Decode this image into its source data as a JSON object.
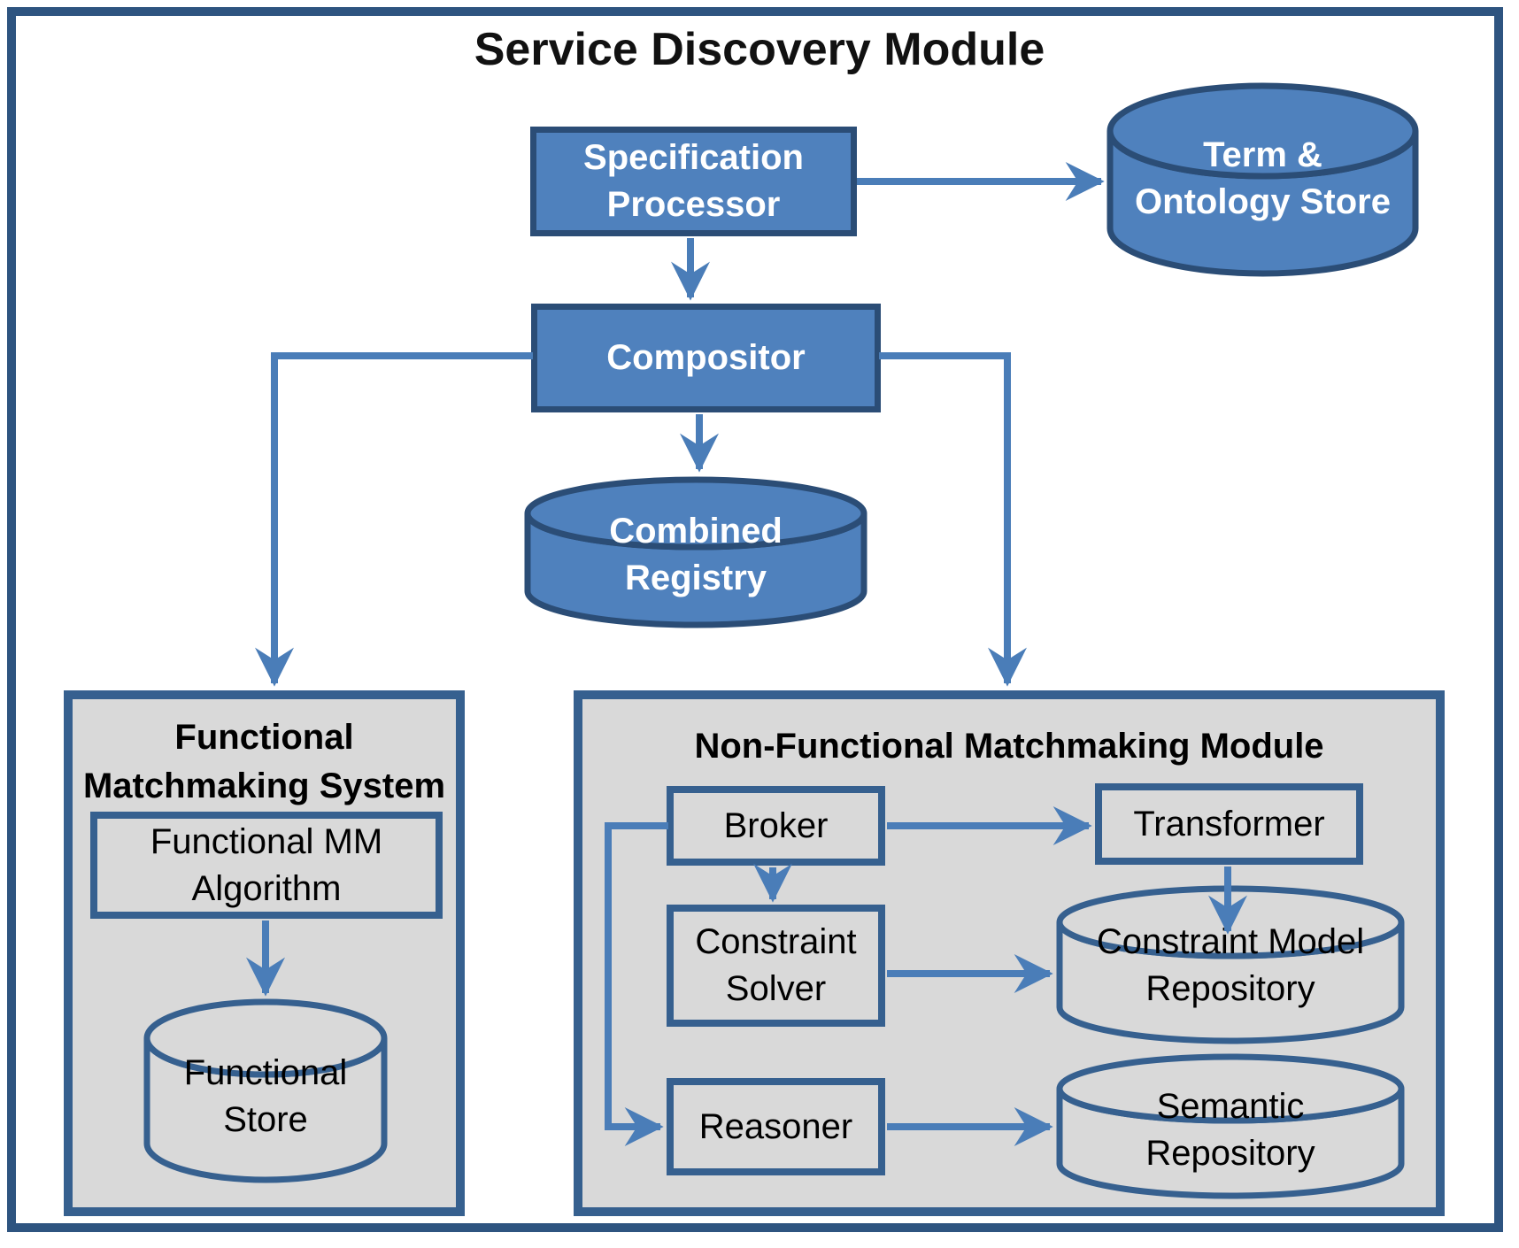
{
  "page": {
    "title": "Service Discovery Module"
  },
  "nodes": {
    "spec_processor": {
      "lines": [
        "Specification",
        "Processor"
      ]
    },
    "term_ontology_store": {
      "lines": [
        "Term &",
        "Ontology Store"
      ]
    },
    "compositor": {
      "lines": [
        "Compositor"
      ]
    },
    "combined_registry": {
      "lines": [
        "Combined",
        "Registry"
      ]
    },
    "functional_system": {
      "title_lines": [
        "Functional",
        "Matchmaking System"
      ]
    },
    "functional_mm_algorithm": {
      "lines": [
        "Functional MM",
        "Algorithm"
      ]
    },
    "functional_store": {
      "lines": [
        "Functional",
        "Store"
      ]
    },
    "nonfunctional_module": {
      "title": "Non-Functional Matchmaking  Module"
    },
    "broker": {
      "lines": [
        "Broker"
      ]
    },
    "transformer": {
      "lines": [
        "Transformer"
      ]
    },
    "constraint_solver": {
      "lines": [
        "Constraint",
        "Solver"
      ]
    },
    "constraint_model_repository": {
      "lines": [
        "Constraint Model",
        "Repository"
      ]
    },
    "reasoner": {
      "lines": [
        "Reasoner"
      ]
    },
    "semantic_repository": {
      "lines": [
        "Semantic",
        "Repository"
      ]
    }
  },
  "connectors": [
    {
      "from": "spec_processor",
      "to": "term_ontology_store"
    },
    {
      "from": "spec_processor",
      "to": "compositor"
    },
    {
      "from": "compositor",
      "to": "combined_registry"
    },
    {
      "from": "compositor",
      "to": "functional_system"
    },
    {
      "from": "compositor",
      "to": "nonfunctional_module"
    },
    {
      "from": "functional_mm_algorithm",
      "to": "functional_store"
    },
    {
      "from": "broker",
      "to": "transformer"
    },
    {
      "from": "broker",
      "to": "constraint_solver"
    },
    {
      "from": "broker",
      "to": "reasoner"
    },
    {
      "from": "transformer",
      "to": "constraint_model_repository"
    },
    {
      "from": "constraint_solver",
      "to": "constraint_model_repository"
    },
    {
      "from": "reasoner",
      "to": "semantic_repository"
    }
  ],
  "colors": {
    "node_fill_blue": "#4f81bd",
    "node_border_dark": "#2b4d76",
    "container_fill_gray": "#d9d9d9",
    "container_border_blue": "#36608f",
    "connector_blue": "#4a7db8",
    "outer_frame": "#2e5480",
    "text_on_blue": "#ffffff",
    "text_dark": "#000000"
  }
}
